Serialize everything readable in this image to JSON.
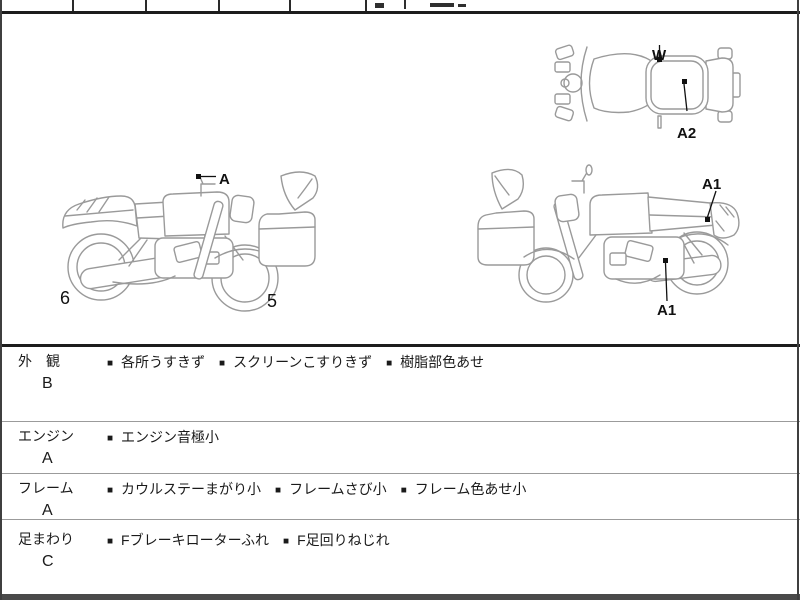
{
  "sheet": {
    "bullet": "■",
    "diagram": {
      "labels": {
        "top_w": "W",
        "top_a2": "A2",
        "left_a": "A",
        "right_a1_top": "A1",
        "right_a1_bottom": "A1"
      },
      "wheel_numbers": {
        "rear": "6",
        "front": "5"
      }
    },
    "table": {
      "rows": [
        {
          "category": "外　観",
          "grade": "B",
          "items": [
            "各所うすきず",
            "スクリーンこすりきず",
            "樹脂部色あせ"
          ]
        },
        {
          "category": "エンジン",
          "grade": "A",
          "items": [
            "エンジン音極小"
          ]
        },
        {
          "category": "フレーム",
          "grade": "A",
          "items": [
            "カウルステーまがり小",
            "フレームさび小",
            "フレーム色あせ小"
          ]
        },
        {
          "category": "足まわり",
          "grade": "C",
          "items": [
            "Fブレーキローターふれ",
            "F足回りねじれ"
          ]
        }
      ]
    },
    "colors": {
      "line": "#9a9a9a",
      "ink": "#1a1a1a",
      "frame": "#3f3f3f"
    }
  }
}
